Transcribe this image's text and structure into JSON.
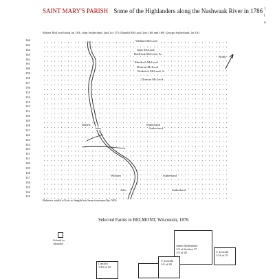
{
  "header": {
    "parish": "SAINT MARY'S PARISH",
    "title": "Some of the Highlanders along the Nashwaak River in 1786",
    "subheader": "Robert McLeod holds lot 183;   John Sutherland, 2nd, lot 175;   Donald McLeod, lots 168 and 169;   George Sutherland, lot 161"
  },
  "lot_numbers": [
    "166",
    "165",
    "164",
    "163",
    "162",
    "161",
    "160",
    "159",
    "158",
    "157",
    "156",
    "155",
    "154",
    "153",
    "152",
    "151",
    "150",
    "149",
    "148",
    "147",
    "146",
    "145",
    "144",
    "143",
    "142",
    "141",
    "140",
    "139",
    "138",
    "137",
    "136",
    "135",
    "134",
    "133"
  ],
  "map_labels": {
    "william": "William McLeod",
    "john_mcleod": "John McLeod",
    "roderick_sr": "Roderick McLeod, Sr.",
    "murdoch": "Murdoch McLeod",
    "duncan": "Duncan McLeod",
    "roderick_jr": "Roderick McLeod, Jr.",
    "duncan2": "Duncan McLeod",
    "robert": "Robert",
    "john_left": "John",
    "sutherland1": "Sutherland",
    "sutherland2": "Sutherland",
    "william_lower": "William",
    "sutherland3": "Sutherland",
    "john_bottom": "John",
    "sutherland4": "Sutherland",
    "north": "North"
  },
  "note": "Relative width of lots to length has been increased by 50%",
  "farms": {
    "title": "Selected Farms in BELMONT, Wisconsin, 1876",
    "school": [
      "School in",
      "Almond"
    ],
    "james": [
      "James Sutherland",
      "1/4 of Section 17",
      "1/4 of 20"
    ],
    "t_lincoln_right": [
      "T. Lincoln",
      "1/16 of 21"
    ],
    "t_lincoln_mid": [
      "T. Lincoln",
      "1/4 of 20"
    ],
    "lincoln_left": [
      "Lincoln",
      "1/16 of 19"
    ]
  },
  "margin_marks": [
    "1",
    "t",
    "a"
  ]
}
